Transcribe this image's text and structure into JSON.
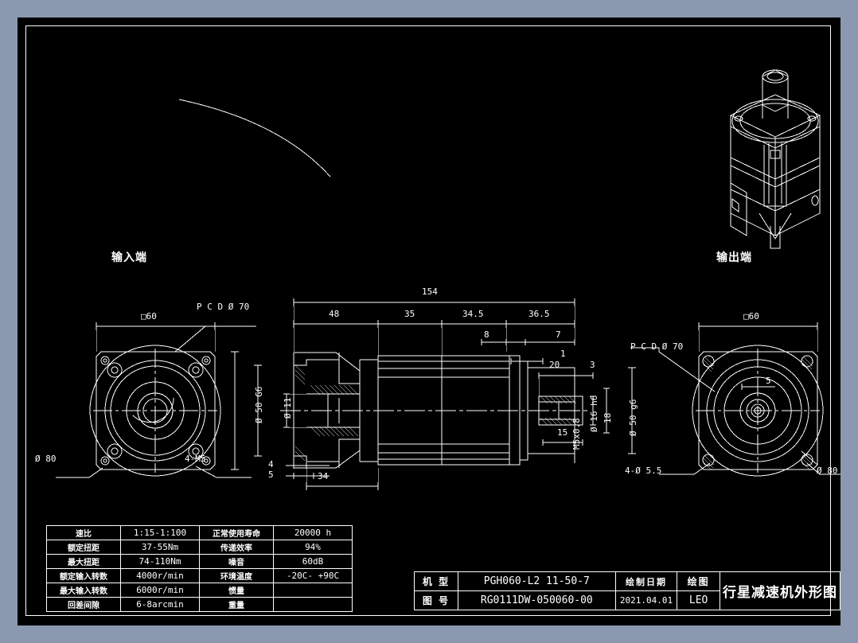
{
  "sheet": {
    "background_color": "#000000",
    "page_background_color": "#8b99b0",
    "line_color": "#ffffff"
  },
  "views": {
    "input_end_label": "输入端",
    "output_end_label": "输出端"
  },
  "dimensions": {
    "input_view": {
      "square_flange": "□60",
      "pcd": "P C D Ø 70",
      "bore": "Ø 80",
      "bolt_callout": "4-M5"
    },
    "output_view": {
      "square_flange": "□60",
      "pcd": "P C D Ø 70",
      "bore": "Ø 80",
      "bolt_callout": "4-Ø 5.5",
      "key_dim": "5"
    },
    "section_view": {
      "overall_length": "154",
      "segment_1": "48",
      "segment_2": "35",
      "segment_3": "34.5",
      "segment_4": "36.5",
      "sub_8": "8",
      "sub_7": "7",
      "sub_1": "1",
      "input_pilot": "Ø 50  G6",
      "input_shaft": "Ø 11",
      "flange_thk_4": "4",
      "flange_thk_5": "5",
      "input_flange_len": "34",
      "detail_20": "20",
      "detail_3": "3",
      "detail_15": "15",
      "detail_18": "18",
      "output_shaft": "Ø 16 h6",
      "output_pilot": "Ø 50 g6",
      "tap": "M5x0.8"
    }
  },
  "spec_table": {
    "rows": [
      {
        "k1": "速比",
        "v1": "1:15-1:100",
        "k2": "正常使用寿命",
        "v2": "20000  h"
      },
      {
        "k1": "额定扭距",
        "v1": "37-55Nm",
        "k2": "传递效率",
        "v2": "94%"
      },
      {
        "k1": "最大扭距",
        "v1": "74-110Nm",
        "k2": "噪音",
        "v2": "60dB"
      },
      {
        "k1": "额定输入转数",
        "v1": "4000r/min",
        "k2": "环境温度",
        "v2": "-20C- +90C"
      },
      {
        "k1": "最大输入转数",
        "v1": "6000r/min",
        "k2": "惯量",
        "v2": ""
      },
      {
        "k1": "回差间隙",
        "v1": "6-8arcmin",
        "k2": "重量",
        "v2": ""
      }
    ]
  },
  "title_block": {
    "model_key": "机 型",
    "model_value": "PGH060-L2 11-50-7",
    "drawing_no_key": "图 号",
    "drawing_no_value": "RG0111DW-050060-00",
    "date_key": "绘制日期",
    "date_value": "2021.04.01",
    "drawn_by_key": "绘图",
    "drawn_by_value": "LEO",
    "drawing_title": "行星减速机外形图"
  }
}
